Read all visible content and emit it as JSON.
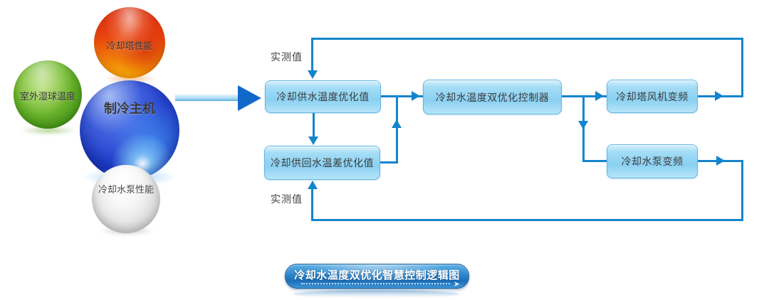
{
  "palette": {
    "flow_line": "#1385cc",
    "box_fill": "#8ad0f2",
    "box_border": "#5fb5e3",
    "box_text": "#3c3c3c",
    "big_arrow": "#1168cb",
    "sphere_red": "#e94410",
    "sphere_green": "#6ab22c",
    "sphere_blue": "#2746cf",
    "sphere_gray": "#e2e2e2",
    "button_fill": "#2e86cb"
  },
  "input_spheres": {
    "tower": {
      "label": "冷却塔性能"
    },
    "wetbulb": {
      "label": "室外湿球温度"
    },
    "chiller": {
      "label": "制冷主机"
    },
    "pump": {
      "label": "冷却水泵性能"
    }
  },
  "flow": {
    "measured_value_top": "实测值",
    "measured_value_bottom": "实测值",
    "supply_temp_box": "冷却供水温度优化值",
    "return_diff_box": "冷却供回水温差优化值",
    "controller_box": "冷却水温度双优化控制器",
    "fan_vfd_box": "冷却塔风机变频",
    "pump_vfd_box": "冷却水泵变频"
  },
  "footer_button": {
    "label": "冷却水温度双优化智慧控制逻辑图"
  }
}
